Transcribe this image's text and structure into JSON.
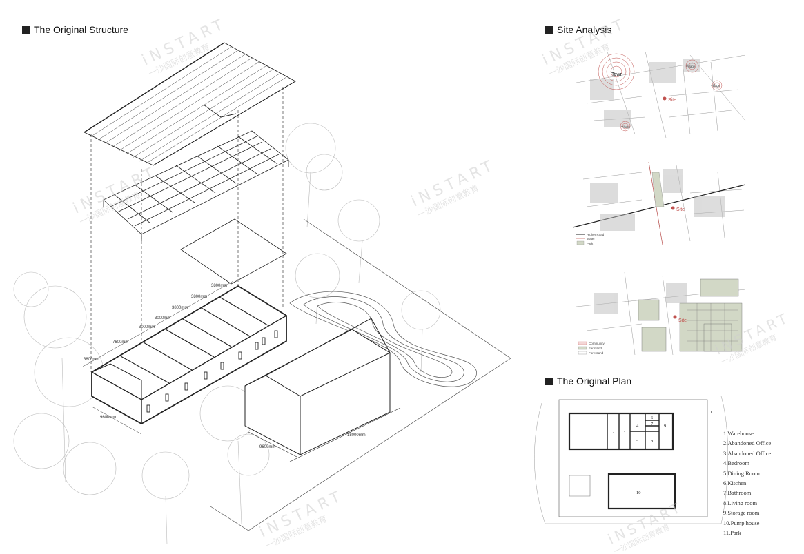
{
  "titles": {
    "structure": "The Original Structure",
    "site": "Site Analysis",
    "plan": "The Original Plan"
  },
  "dimensions": {
    "d1": "3800mm",
    "d2": "3800mm",
    "d3": "3800mm",
    "d4": "3000mm",
    "d5": "3000mm",
    "d6": "7600mm",
    "d7": "3800mm",
    "d8": "9600mm",
    "d9": "9600mm",
    "d10": "18000mm"
  },
  "map_labels": {
    "town": "Town",
    "site1": "Site",
    "site2": "Site",
    "site3": "Site",
    "village1": "Village",
    "village2": "Village",
    "village3": "Village"
  },
  "map_legends": {
    "map2": [
      "Higher Road",
      "Water",
      "Park"
    ],
    "map3": [
      "Community",
      "Farmland",
      "Forestland"
    ]
  },
  "plan_rooms": [
    "1",
    "2",
    "3",
    "4",
    "5",
    "6",
    "7",
    "8",
    "9",
    "10",
    "11"
  ],
  "legend": [
    "1.Warehouse",
    "2.Abandoned Office",
    "3.Abandoned Office",
    "4.Bedroom",
    "5.Dining Room",
    "6.Kitchen",
    "7.Bathroom",
    "8.Living room",
    "9.Storage room",
    "10.Pump house",
    "11.Park"
  ],
  "watermark": {
    "brand": "iNSTART",
    "sub": "一沙国际创意教育"
  },
  "colors": {
    "ink": "#222222",
    "map_red": "#c0504d",
    "map_green": "#d2d8c6",
    "watermark": "#cfcfcf"
  }
}
